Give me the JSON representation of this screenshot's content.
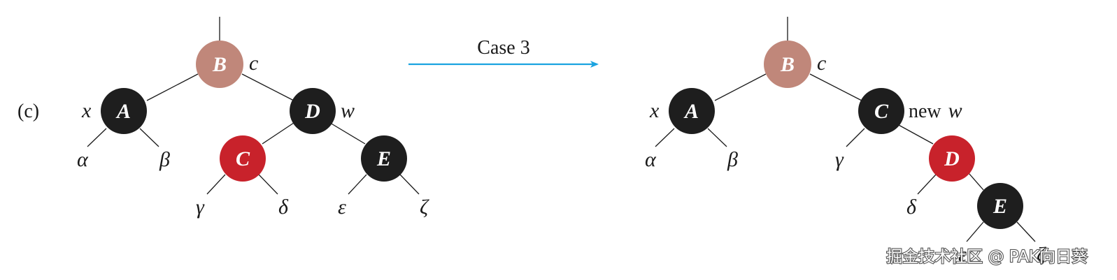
{
  "panel_label": "(c)",
  "case_label": "Case 3",
  "colors": {
    "black_node": "#1e1e1e",
    "red_node": "#c8222b",
    "brown_node": "#c0877a",
    "arrow": "#1aa3e0"
  },
  "before": {
    "nodes": {
      "B": {
        "label": "B",
        "color": "brown",
        "annotation": "c"
      },
      "A": {
        "label": "A",
        "color": "black",
        "annotation": "x"
      },
      "D": {
        "label": "D",
        "color": "black",
        "annotation": "w"
      },
      "C": {
        "label": "C",
        "color": "red"
      },
      "E": {
        "label": "E",
        "color": "black"
      }
    },
    "subtrees": {
      "alpha": "α",
      "beta": "β",
      "gamma": "γ",
      "delta": "δ",
      "epsilon": "ε",
      "zeta": "ζ"
    }
  },
  "after": {
    "nodes": {
      "B": {
        "label": "B",
        "color": "brown",
        "annotation": "c"
      },
      "A": {
        "label": "A",
        "color": "black",
        "annotation": "x"
      },
      "C": {
        "label": "C",
        "color": "black",
        "annotation_prefix": "new",
        "annotation": "w"
      },
      "D": {
        "label": "D",
        "color": "red"
      },
      "E": {
        "label": "E",
        "color": "black"
      }
    },
    "subtrees": {
      "alpha": "α",
      "beta": "β",
      "gamma": "γ",
      "delta": "δ",
      "epsilon": "ε",
      "zeta": "ζ"
    }
  },
  "watermark": "掘金技术社区 @ PAK向日葵"
}
